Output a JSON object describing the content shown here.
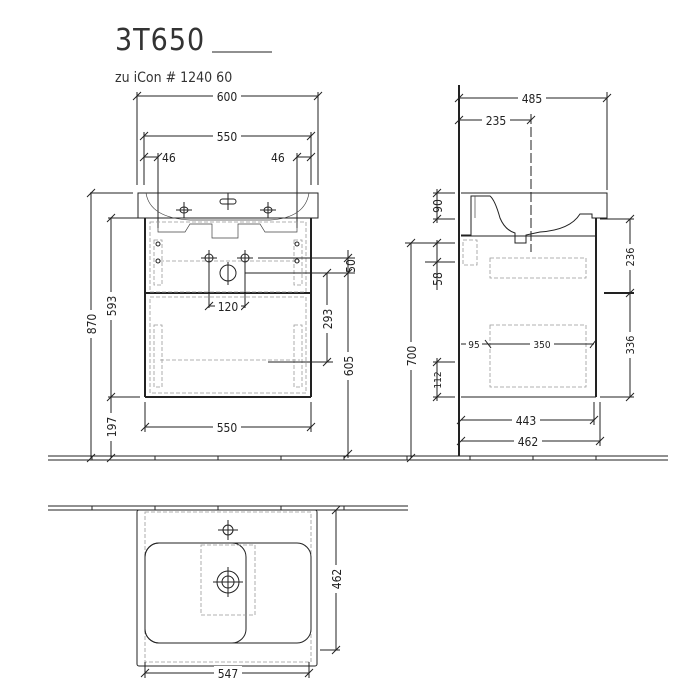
{
  "header": {
    "model": "3T650",
    "reference": "zu iCon # 1240 60"
  },
  "front_view": {
    "dims": {
      "basin_width": "600",
      "inner_width": "550",
      "left_offset": "46",
      "right_offset": "46",
      "total_height": "870",
      "cabinet_top_height": "593",
      "floor_clearance": "197",
      "cabinet_width": "550",
      "drain_spacing": "120",
      "drain_offset": "50",
      "drain_height": "293",
      "drawer_height": "605"
    }
  },
  "side_view": {
    "dims": {
      "basin_depth": "485",
      "tap_offset": "235",
      "basin_thickness": "90",
      "gap": "58",
      "mount_height": "700",
      "bottom_offset": "112",
      "drawer_offset": "95",
      "drawer_depth": "350",
      "upper_height": "236",
      "lower_height": "336",
      "cabinet_depth": "443",
      "total_depth": "462"
    }
  },
  "top_view": {
    "dims": {
      "depth": "462",
      "width": "547"
    }
  }
}
